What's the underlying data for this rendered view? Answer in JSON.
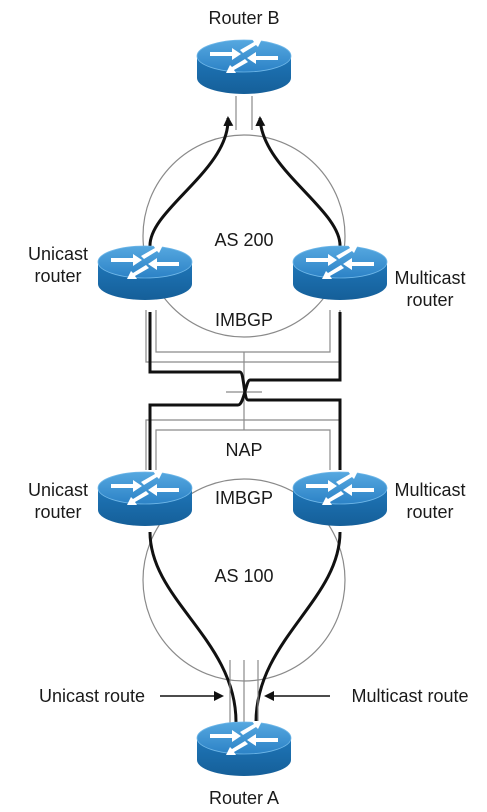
{
  "routers": {
    "router_b": "Router B",
    "router_a": "Router A",
    "as200_unicast": [
      "Unicast",
      "router"
    ],
    "as200_multicast": [
      "Multicast",
      "router"
    ],
    "as100_unicast": [
      "Unicast",
      "router"
    ],
    "as100_multicast": [
      "Multicast",
      "router"
    ]
  },
  "labels": {
    "as200": "AS 200",
    "as100": "AS 100",
    "imbgp_top": "IMBGP",
    "imbgp_bottom": "IMBGP",
    "nap": "NAP",
    "unicast_route": "Unicast route",
    "multicast_route": "Multicast route"
  },
  "colors": {
    "router_top": "#3a8fd0",
    "router_side": "#1d6fb0",
    "router_dark": "#135a93",
    "arrow": "#ffffff",
    "line": "#111111",
    "circle": "#8a8a8a"
  }
}
